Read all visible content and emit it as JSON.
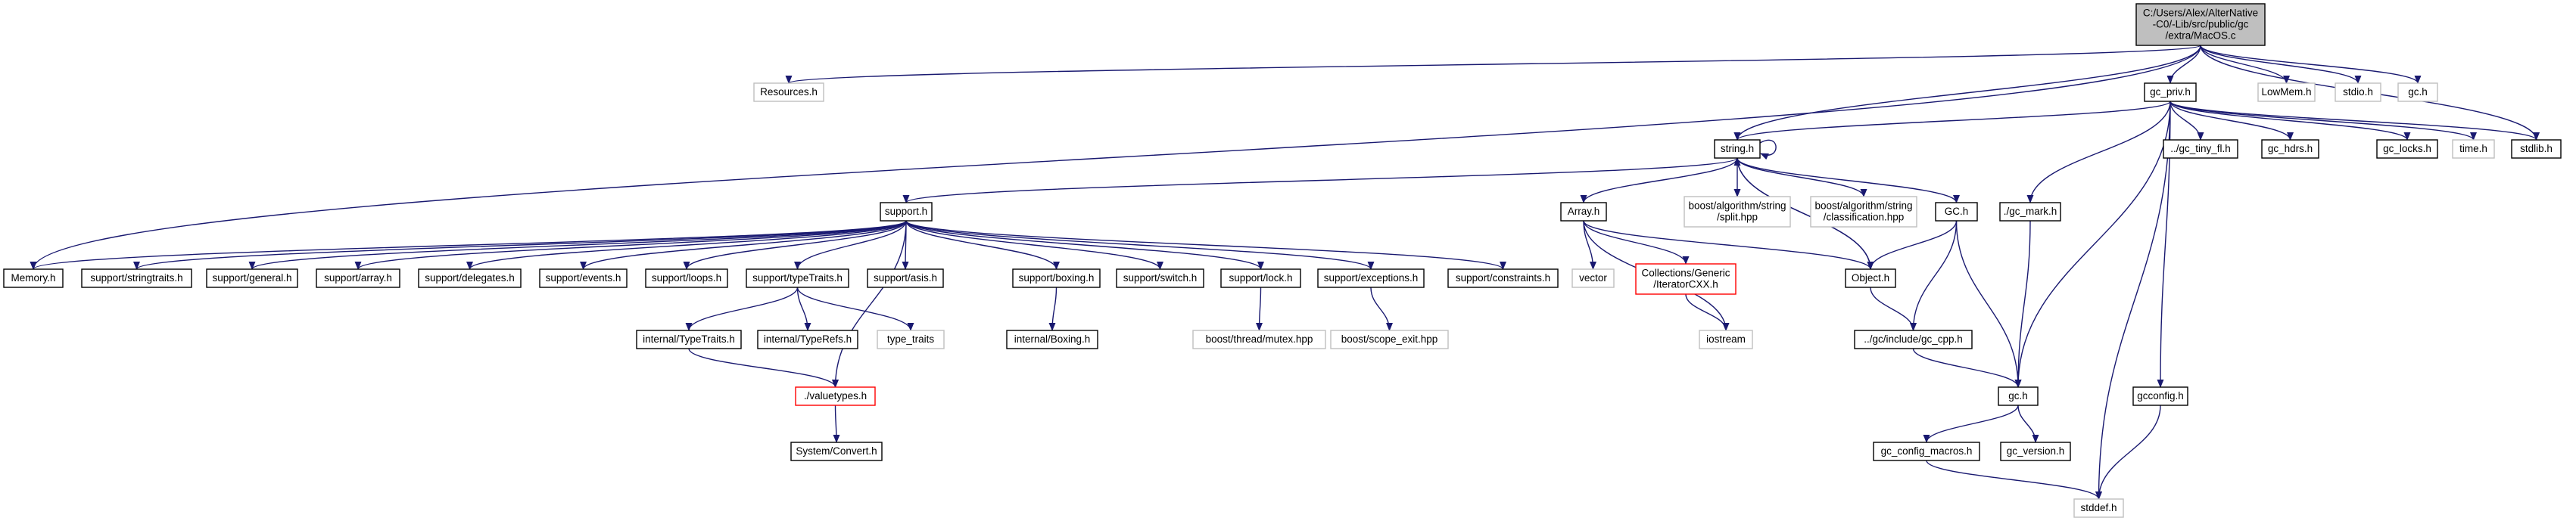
{
  "colors": {
    "edge": "#191970",
    "root_fill": "#bfbfbf",
    "root_border": "#000000",
    "documented_border": "#000000",
    "external_border": "#bfbfbf",
    "truncated_border": "#ff0000",
    "external_text": "#000000",
    "background": "#ffffff"
  },
  "nodes": [
    {
      "id": "root",
      "kind": "root",
      "lines": [
        "C:/Users/Alex/AlterNative",
        "-C0/-Lib/src/public/gc",
        "/extra/MacOS.c"
      ]
    },
    {
      "id": "resources",
      "kind": "external",
      "lines": [
        "Resources.h"
      ]
    },
    {
      "id": "gc_priv",
      "kind": "documented",
      "lines": [
        "gc_priv.h"
      ]
    },
    {
      "id": "lowmem",
      "kind": "external",
      "lines": [
        "LowMem.h"
      ]
    },
    {
      "id": "stdio",
      "kind": "external",
      "lines": [
        "stdio.h"
      ]
    },
    {
      "id": "gc_h_top",
      "kind": "external",
      "lines": [
        "gc.h"
      ]
    },
    {
      "id": "string",
      "kind": "documented",
      "lines": [
        "string.h"
      ]
    },
    {
      "id": "gc_tiny_fl",
      "kind": "documented",
      "lines": [
        "../gc_tiny_fl.h"
      ]
    },
    {
      "id": "gc_hdrs",
      "kind": "documented",
      "lines": [
        "gc_hdrs.h"
      ]
    },
    {
      "id": "gc_locks",
      "kind": "documented",
      "lines": [
        "gc_locks.h"
      ]
    },
    {
      "id": "time",
      "kind": "external",
      "lines": [
        "time.h"
      ]
    },
    {
      "id": "stdlib",
      "kind": "documented",
      "lines": [
        "stdlib.h"
      ]
    },
    {
      "id": "support",
      "kind": "documented",
      "lines": [
        "support.h"
      ]
    },
    {
      "id": "array",
      "kind": "documented",
      "lines": [
        "Array.h"
      ]
    },
    {
      "id": "boost_split",
      "kind": "external",
      "lines": [
        "boost/algorithm/string",
        "/split.hpp"
      ]
    },
    {
      "id": "boost_class",
      "kind": "external",
      "lines": [
        "boost/algorithm/string",
        "/classification.hpp"
      ]
    },
    {
      "id": "GC",
      "kind": "documented",
      "lines": [
        "GC.h"
      ]
    },
    {
      "id": "gc_mark",
      "kind": "documented",
      "lines": [
        "./gc_mark.h"
      ]
    },
    {
      "id": "memory",
      "kind": "documented",
      "lines": [
        "Memory.h"
      ]
    },
    {
      "id": "stringtraits",
      "kind": "documented",
      "lines": [
        "support/stringtraits.h"
      ]
    },
    {
      "id": "general",
      "kind": "documented",
      "lines": [
        "support/general.h"
      ]
    },
    {
      "id": "sarray",
      "kind": "documented",
      "lines": [
        "support/array.h"
      ]
    },
    {
      "id": "delegates",
      "kind": "documented",
      "lines": [
        "support/delegates.h"
      ]
    },
    {
      "id": "events",
      "kind": "documented",
      "lines": [
        "support/events.h"
      ]
    },
    {
      "id": "loops",
      "kind": "documented",
      "lines": [
        "support/loops.h"
      ]
    },
    {
      "id": "typetraits",
      "kind": "documented",
      "lines": [
        "support/typeTraits.h"
      ]
    },
    {
      "id": "asis",
      "kind": "documented",
      "lines": [
        "support/asis.h"
      ]
    },
    {
      "id": "boxing",
      "kind": "documented",
      "lines": [
        "support/boxing.h"
      ]
    },
    {
      "id": "switch",
      "kind": "documented",
      "lines": [
        "support/switch.h"
      ]
    },
    {
      "id": "lock",
      "kind": "documented",
      "lines": [
        "support/lock.h"
      ]
    },
    {
      "id": "exceptions",
      "kind": "documented",
      "lines": [
        "support/exceptions.h"
      ]
    },
    {
      "id": "constraints",
      "kind": "documented",
      "lines": [
        "support/constraints.h"
      ]
    },
    {
      "id": "vector",
      "kind": "external",
      "lines": [
        "vector"
      ]
    },
    {
      "id": "iterator",
      "kind": "truncated",
      "lines": [
        "Collections/Generic",
        "/IteratorCXX.h"
      ]
    },
    {
      "id": "object",
      "kind": "documented",
      "lines": [
        "Object.h"
      ]
    },
    {
      "id": "int_typetraits",
      "kind": "documented",
      "lines": [
        "internal/TypeTraits.h"
      ]
    },
    {
      "id": "int_typerefs",
      "kind": "documented",
      "lines": [
        "internal/TypeRefs.h"
      ]
    },
    {
      "id": "type_traits",
      "kind": "external",
      "lines": [
        "type_traits"
      ]
    },
    {
      "id": "int_boxing",
      "kind": "documented",
      "lines": [
        "internal/Boxing.h"
      ]
    },
    {
      "id": "mutex",
      "kind": "external",
      "lines": [
        "boost/thread/mutex.hpp"
      ]
    },
    {
      "id": "scope_exit",
      "kind": "external",
      "lines": [
        "boost/scope_exit.hpp"
      ]
    },
    {
      "id": "iostream",
      "kind": "external",
      "lines": [
        "iostream"
      ]
    },
    {
      "id": "gc_cpp",
      "kind": "documented",
      "lines": [
        "../gc/include/gc_cpp.h"
      ]
    },
    {
      "id": "gcconfig",
      "kind": "documented",
      "lines": [
        "gcconfig.h"
      ]
    },
    {
      "id": "valuetypes",
      "kind": "truncated",
      "lines": [
        "./valuetypes.h"
      ]
    },
    {
      "id": "gc_main",
      "kind": "documented",
      "lines": [
        "gc.h"
      ]
    },
    {
      "id": "convert",
      "kind": "documented",
      "lines": [
        "System/Convert.h"
      ]
    },
    {
      "id": "gc_config_macros",
      "kind": "documented",
      "lines": [
        "gc_config_macros.h"
      ]
    },
    {
      "id": "gc_version",
      "kind": "documented",
      "lines": [
        "gc_version.h"
      ]
    },
    {
      "id": "stddef",
      "kind": "external",
      "lines": [
        "stddef.h"
      ]
    }
  ],
  "edges": [
    [
      "root",
      "resources"
    ],
    [
      "root",
      "gc_priv"
    ],
    [
      "root",
      "lowmem"
    ],
    [
      "root",
      "stdio"
    ],
    [
      "root",
      "gc_h_top"
    ],
    [
      "root",
      "string"
    ],
    [
      "root",
      "stdlib"
    ],
    [
      "root",
      "memory"
    ],
    [
      "gc_priv",
      "string"
    ],
    [
      "gc_priv",
      "gc_tiny_fl"
    ],
    [
      "gc_priv",
      "gc_hdrs"
    ],
    [
      "gc_priv",
      "gc_locks"
    ],
    [
      "gc_priv",
      "time"
    ],
    [
      "gc_priv",
      "stdlib"
    ],
    [
      "gc_priv",
      "gc_mark"
    ],
    [
      "gc_priv",
      "gcconfig"
    ],
    [
      "gc_priv",
      "gc_main"
    ],
    [
      "gc_priv",
      "stddef"
    ],
    [
      "string",
      "string"
    ],
    [
      "string",
      "support"
    ],
    [
      "string",
      "array"
    ],
    [
      "string",
      "boost_split"
    ],
    [
      "string",
      "boost_class"
    ],
    [
      "string",
      "GC"
    ],
    [
      "string",
      "object"
    ],
    [
      "support",
      "memory"
    ],
    [
      "support",
      "stringtraits"
    ],
    [
      "support",
      "general"
    ],
    [
      "support",
      "sarray"
    ],
    [
      "support",
      "delegates"
    ],
    [
      "support",
      "events"
    ],
    [
      "support",
      "loops"
    ],
    [
      "support",
      "typetraits"
    ],
    [
      "support",
      "asis"
    ],
    [
      "support",
      "boxing"
    ],
    [
      "support",
      "switch"
    ],
    [
      "support",
      "lock"
    ],
    [
      "support",
      "exceptions"
    ],
    [
      "support",
      "constraints"
    ],
    [
      "support",
      "valuetypes"
    ],
    [
      "typetraits",
      "int_typetraits"
    ],
    [
      "typetraits",
      "int_typerefs"
    ],
    [
      "typetraits",
      "type_traits"
    ],
    [
      "int_typetraits",
      "valuetypes"
    ],
    [
      "valuetypes",
      "convert"
    ],
    [
      "boxing",
      "int_boxing"
    ],
    [
      "lock",
      "mutex"
    ],
    [
      "exceptions",
      "scope_exit"
    ],
    [
      "array",
      "vector"
    ],
    [
      "array",
      "iterator"
    ],
    [
      "array",
      "object"
    ],
    [
      "array",
      "iostream"
    ],
    [
      "iterator",
      "iostream"
    ],
    [
      "GC",
      "object"
    ],
    [
      "GC",
      "gc_cpp"
    ],
    [
      "GC",
      "gc_main"
    ],
    [
      "object",
      "string"
    ],
    [
      "object",
      "gc_cpp"
    ],
    [
      "gc_cpp",
      "gc_main"
    ],
    [
      "gc_mark",
      "gc_main"
    ],
    [
      "gc_main",
      "gc_config_macros"
    ],
    [
      "gc_main",
      "gc_version"
    ],
    [
      "gc_config_macros",
      "stddef"
    ],
    [
      "gcconfig",
      "stddef"
    ]
  ]
}
